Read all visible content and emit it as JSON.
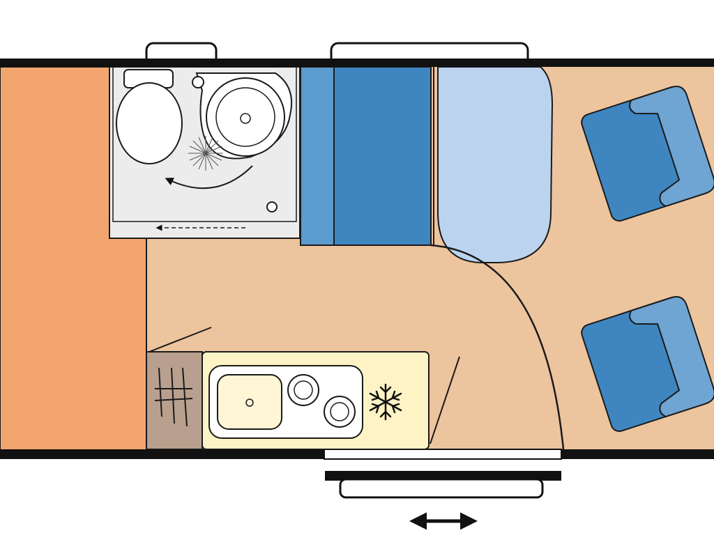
{
  "diagram": {
    "kind": "caravan-floor-plan",
    "colors": {
      "wall": "#111111",
      "background": "#ffffff",
      "floor": "#ecc49e",
      "entry_area": "#f2a56f",
      "bathroom": "#ececec",
      "wardrobe": "#b9a08e",
      "counter": "#fdf3c4",
      "seat_dark": "#3f86c0",
      "seat_mid": "#5b9bcd",
      "seat_light": "#bcd3ef",
      "outline": "#1a1a1a"
    },
    "elements": {
      "windows": [
        {
          "name": "bathroom-skylight"
        },
        {
          "name": "bed-window"
        },
        {
          "name": "door-window"
        }
      ],
      "rooms": [
        {
          "name": "entry-area"
        },
        {
          "name": "bathroom",
          "fixtures": [
            "toilet",
            "round-sink",
            "shower-drain",
            "door-swing"
          ]
        },
        {
          "name": "galley",
          "fixtures": [
            "sink",
            "hob-burner-1",
            "hob-burner-2",
            "refrigerator"
          ]
        },
        {
          "name": "wardrobe"
        }
      ],
      "furniture": [
        {
          "name": "bench-backrest"
        },
        {
          "name": "bench-seat"
        },
        {
          "name": "bed-cushion"
        },
        {
          "name": "armchair-1"
        },
        {
          "name": "armchair-2"
        }
      ],
      "indicators": [
        {
          "name": "sliding-door-arrow",
          "direction": "both"
        }
      ]
    }
  }
}
